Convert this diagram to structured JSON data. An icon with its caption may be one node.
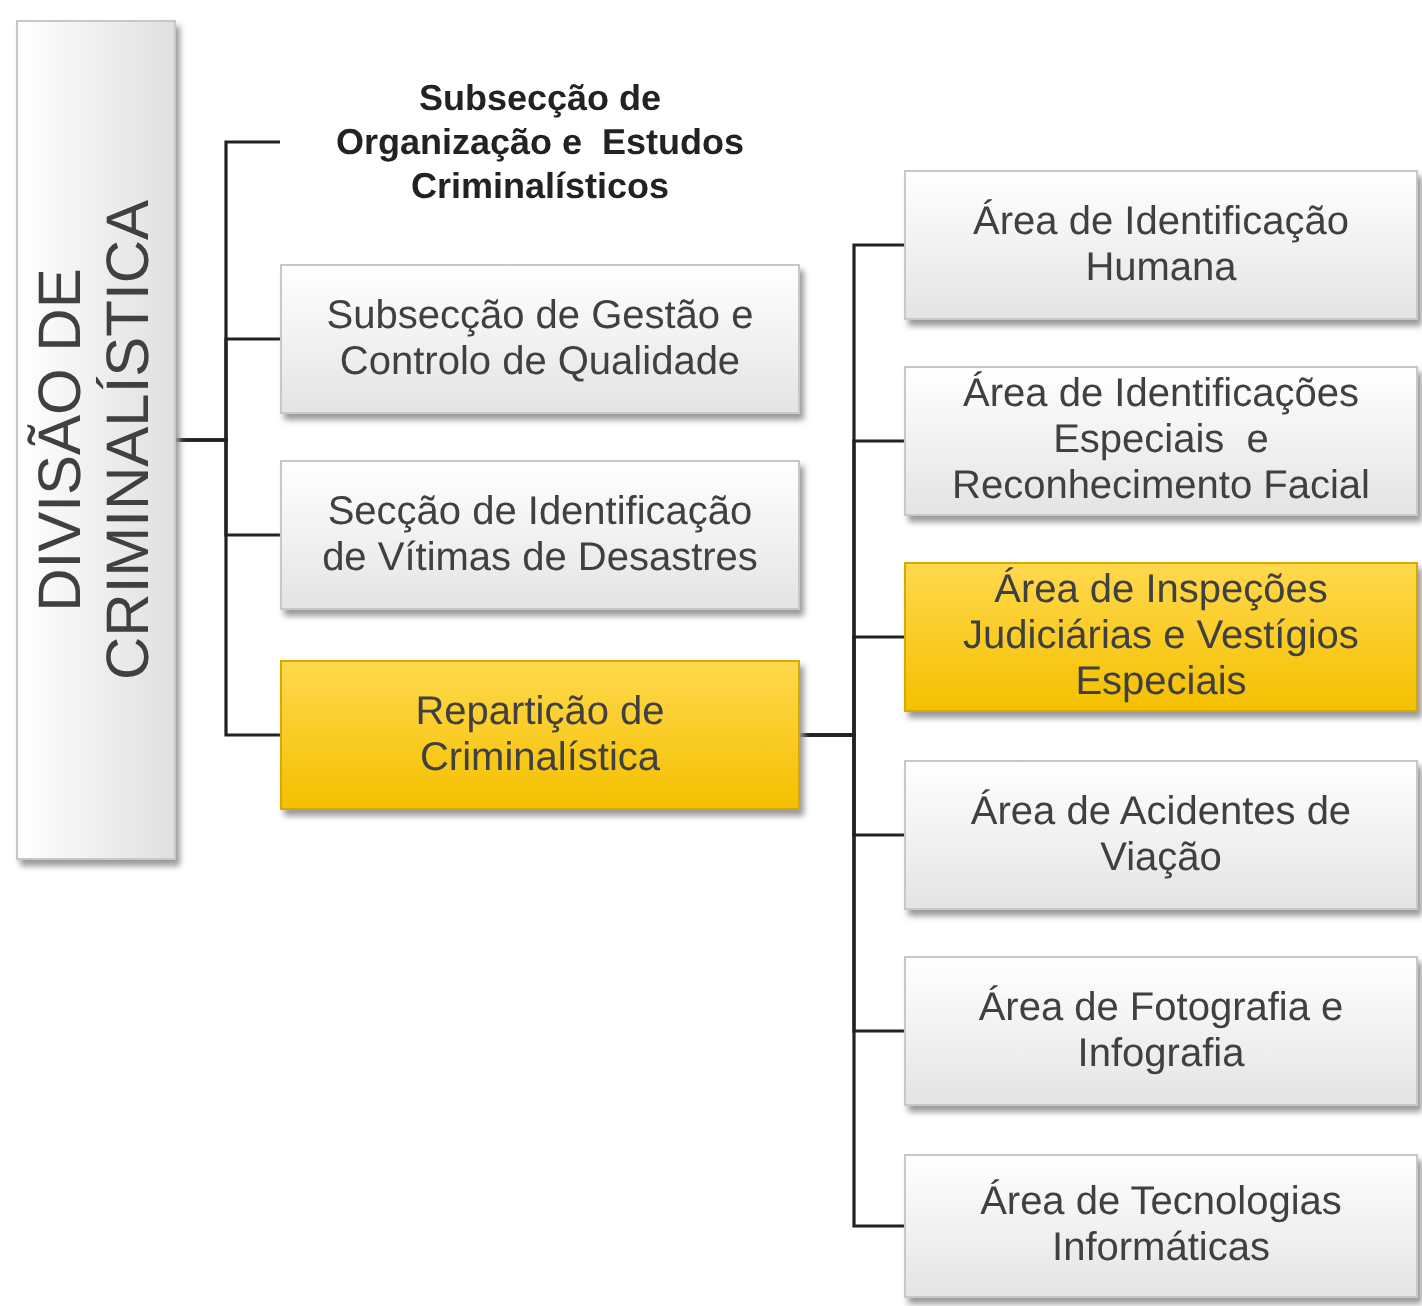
{
  "diagram": {
    "nodes": [
      {
        "text": [
          "DIVISÃO DE CRIMINALÍSTICA"
        ]
      },
      {
        "text": [
          "Subsecção de Organização e  Estudos Criminalísticos"
        ]
      },
      {
        "text": [
          "Subsecção de Gestão e Controlo de Qualidade"
        ]
      },
      {
        "text": [
          "Secção de Identificação de Vítimas de Desastres"
        ]
      },
      {
        "text": [
          "Repartição de Criminalística"
        ]
      },
      {
        "text": [
          "Área de Identificação Humana"
        ]
      },
      {
        "text": [
          "Área de Identificações Especiais  e Reconhecimento Facial"
        ]
      },
      {
        "text": [
          "Área de Inspeções Judiciárias e Vestígios Especiais"
        ]
      },
      {
        "text": [
          "Área de Acidentes de Viação"
        ]
      },
      {
        "text": [
          "Área de Fotografia e Infografia"
        ]
      },
      {
        "text": [
          "Área de Tecnologias Informáticas"
        ]
      }
    ],
    "edges": [
      {
        "from": 0,
        "to": 1,
        "arrow": "none"
      },
      {
        "from": 0,
        "to": 2,
        "arrow": "none"
      },
      {
        "from": 0,
        "to": 3,
        "arrow": "none"
      },
      {
        "from": 0,
        "to": 4,
        "arrow": "none"
      },
      {
        "from": 4,
        "to": 5,
        "arrow": "none"
      },
      {
        "from": 4,
        "to": 6,
        "arrow": "none"
      },
      {
        "from": 4,
        "to": 7,
        "arrow": "none"
      },
      {
        "from": 4,
        "to": 8,
        "arrow": "none"
      },
      {
        "from": 4,
        "to": 9,
        "arrow": "none"
      },
      {
        "from": 4,
        "to": 10,
        "arrow": "none"
      }
    ]
  }
}
